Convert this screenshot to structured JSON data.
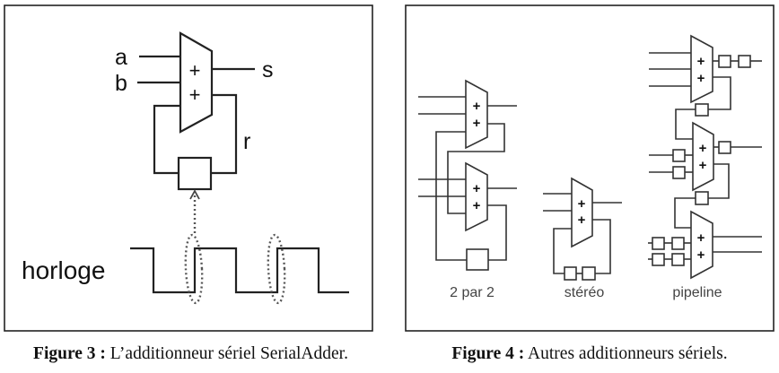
{
  "figure3": {
    "labels": {
      "input_a": "a",
      "input_b": "b",
      "output_s": "s",
      "carry_r": "r",
      "clock": "horloge",
      "adder_plus_1": "+",
      "adder_plus_2": "+"
    },
    "caption": {
      "number": "Figure 3 :",
      "text": " L’additionneur sériel SerialAdder."
    }
  },
  "figure4": {
    "variants": [
      {
        "label": "2 par 2"
      },
      {
        "label": "stéréo"
      },
      {
        "label": "pipeline"
      }
    ],
    "plus_sign": "+",
    "caption": {
      "number": "Figure 4 :",
      "text": " Autres additionneurs sériels."
    }
  }
}
